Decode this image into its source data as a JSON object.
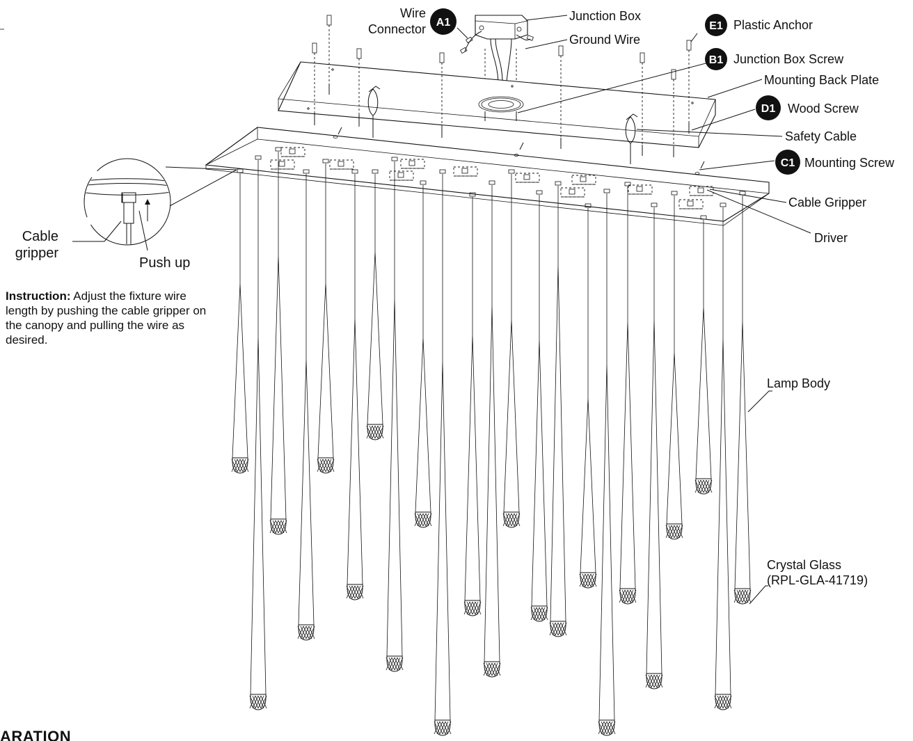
{
  "labels": {
    "wire_connector": [
      "Wire",
      "Connector"
    ],
    "junction_box": "Junction Box",
    "ground_wire": "Ground Wire",
    "plastic_anchor": "Plastic Anchor",
    "junction_box_screw": "Junction Box Screw",
    "mounting_back_plate": "Mounting Back Plate",
    "wood_screw": "Wood Screw",
    "safety_cable": "Safety Cable",
    "mounting_screw": "Mounting Screw",
    "cable_gripper": "Cable Gripper",
    "driver": "Driver",
    "lamp_body": "Lamp Body",
    "crystal_glass": [
      "Crystal Glass",
      "(RPL-GLA-41719)"
    ]
  },
  "badges": {
    "a1": "A1",
    "b1": "B1",
    "c1": "C1",
    "d1": "D1",
    "e1": "E1"
  },
  "detail": {
    "cable_gripper": [
      "Cable",
      "gripper"
    ],
    "push_up": "Push up"
  },
  "instruction": {
    "bold": "Instruction:",
    "text": " Adjust the fixture wire length by pushing the cable gripper on the canopy and pulling the wire as desired."
  },
  "footer_heading": "ARATION",
  "colors": {
    "ink": "#111111",
    "badge_fill": "#111111",
    "badge_text": "#ffffff",
    "background": "#ffffff"
  }
}
